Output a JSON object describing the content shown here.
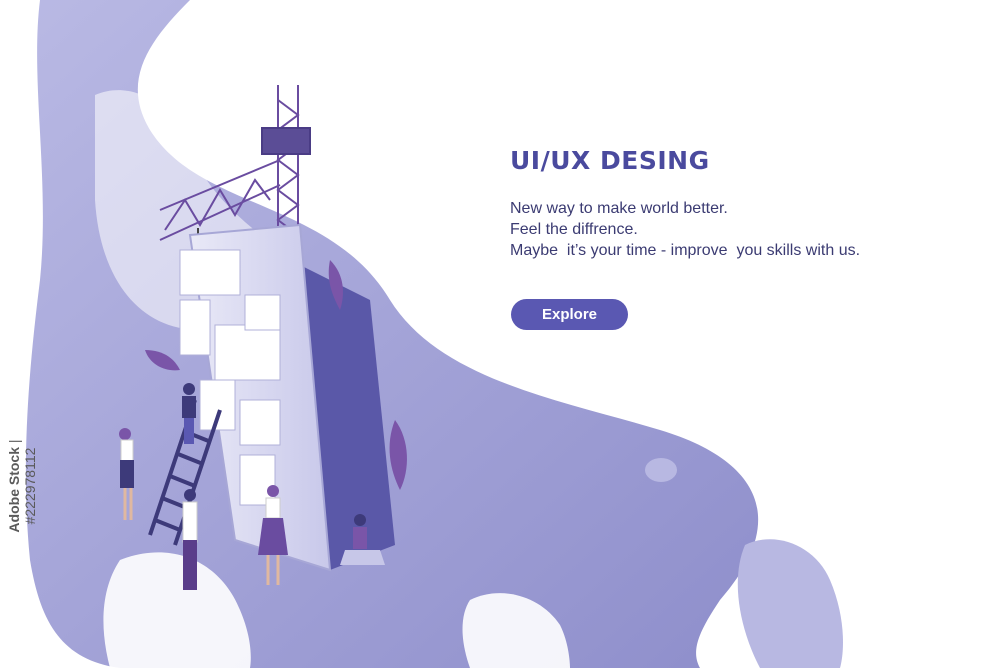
{
  "hero": {
    "title": "UI/UX DESING",
    "lines": [
      "New way to make world better.",
      "Feel the diffrence.",
      "Maybe  it’s your time - improve  you skills with us."
    ],
    "button_label": "Explore"
  },
  "stock": {
    "brand": "Adobe Stock",
    "separator": " | ",
    "id": "#222978112"
  },
  "colors": {
    "accent": "#5a58b2",
    "title": "#4a4a9e",
    "blob": "#9c9cd4",
    "blob_light": "#c7c7e8"
  }
}
